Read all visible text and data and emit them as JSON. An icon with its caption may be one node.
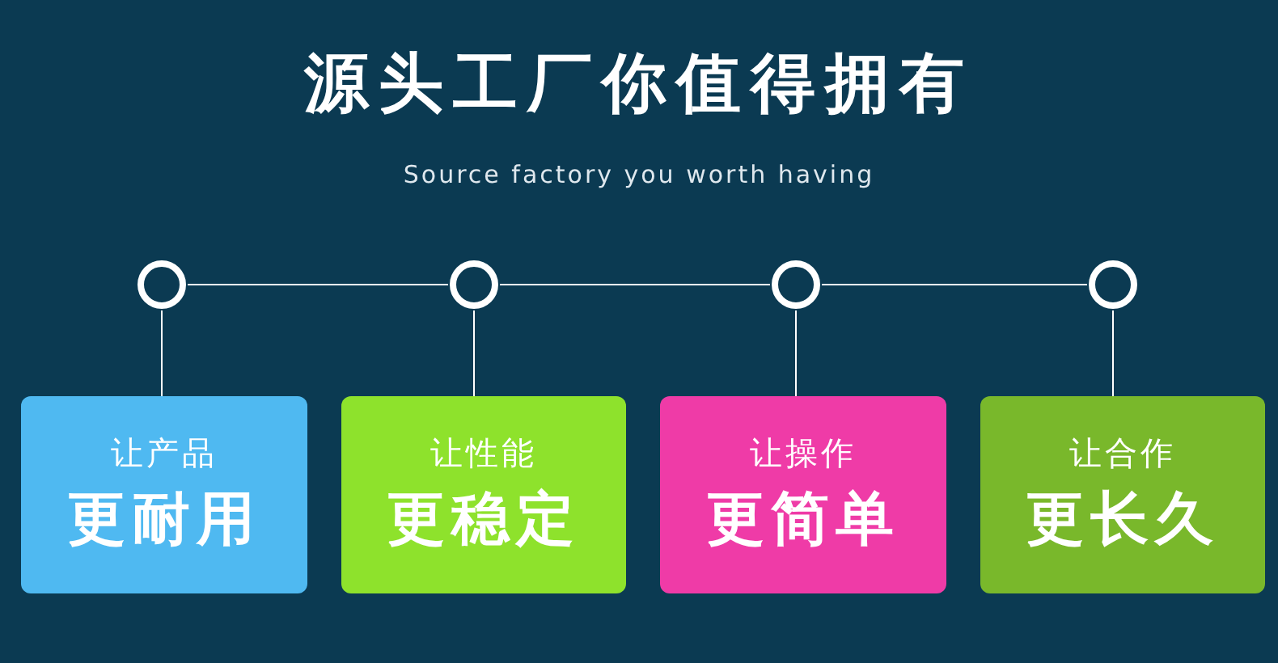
{
  "diagram": {
    "title": "源头工厂你值得拥有",
    "nodes": [
      {
        "text": [],
        "shape": "circle"
      },
      {
        "text": [],
        "shape": "circle"
      },
      {
        "text": [],
        "shape": "circle"
      },
      {
        "text": [],
        "shape": "circle"
      },
      {
        "text": [
          "让产品",
          "更耐用"
        ]
      },
      {
        "text": [
          "让性能",
          "更稳定"
        ]
      },
      {
        "text": [
          "让操作",
          "更简单"
        ]
      },
      {
        "text": [
          "让合作",
          "更长久"
        ]
      }
    ],
    "edges": [
      {
        "from": 0,
        "to": 1,
        "arrow": "none"
      },
      {
        "from": 1,
        "to": 2,
        "arrow": "none"
      },
      {
        "from": 2,
        "to": 3,
        "arrow": "none"
      },
      {
        "from": 0,
        "to": 4,
        "arrow": "none"
      },
      {
        "from": 1,
        "to": 5,
        "arrow": "none"
      },
      {
        "from": 2,
        "to": 6,
        "arrow": "none"
      },
      {
        "from": 3,
        "to": 7,
        "arrow": "none"
      }
    ],
    "labels": [
      "Source factory you worth having"
    ]
  }
}
